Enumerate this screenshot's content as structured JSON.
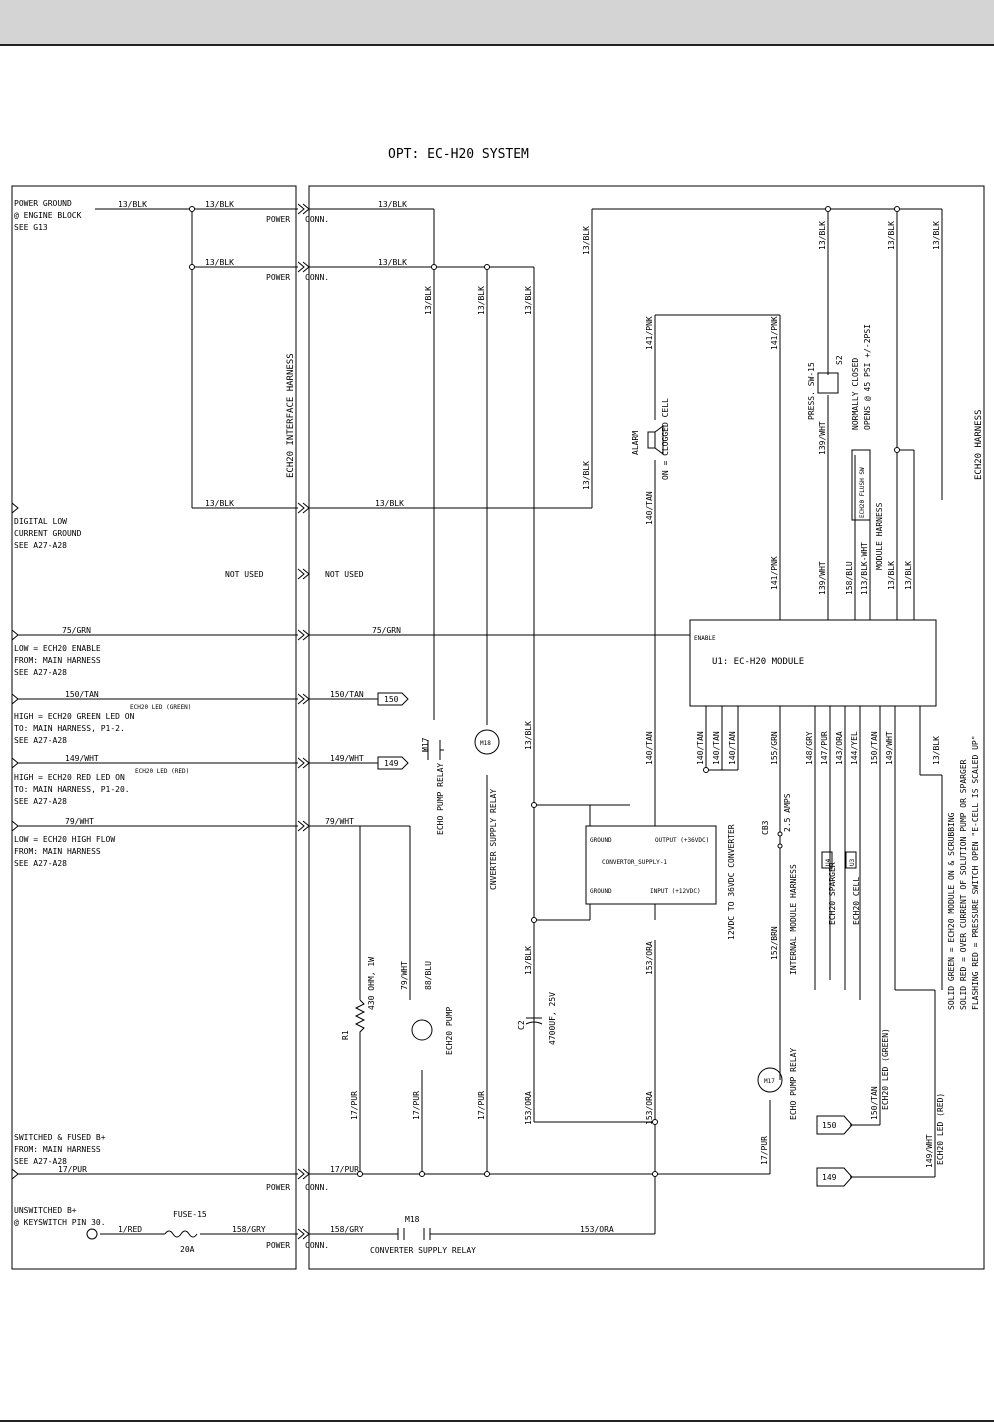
{
  "title": "OPT: EC-H20 SYSTEM",
  "left_notes": {
    "power_ground": [
      "POWER GROUND",
      "@ ENGINE BLOCK",
      "SEE G13"
    ],
    "digital_low": [
      "DIGITAL LOW",
      "CURRENT GROUND",
      "SEE A27-A28"
    ],
    "not_used_left": "NOT USED",
    "not_used_right": "NOT USED",
    "enable": [
      "LOW = ECH20 ENABLE",
      "FROM: MAIN HARNESS",
      "SEE A27-A28"
    ],
    "green_led": [
      "HIGH = ECH20 GREEN LED ON",
      "TO: MAIN HARNESS, P1-2.",
      "SEE A27-A28"
    ],
    "red_led": [
      "HIGH = ECH20 RED LED ON",
      "TO: MAIN HARNESS, P1-20.",
      "SEE A27-A28"
    ],
    "high_flow": [
      "LOW = ECH20 HIGH FLOW",
      "FROM: MAIN HARNESS",
      "SEE A27-A28"
    ],
    "switched": [
      "SWITCHED & FUSED B+",
      "FROM: MAIN HARNESS",
      "SEE A27-A28"
    ],
    "unswitched": [
      "UNSWITCHED B+",
      "@ KEYSWITCH PIN 30."
    ],
    "green_led_tag": "ECH20 LED (GREEN)",
    "red_led_tag": "ECH20 LED (RED)"
  },
  "wires": {
    "w13blk": "13/BLK",
    "w75grn": "75/GRN",
    "w150tan": "150/TAN",
    "w149wht": "149/WHT",
    "w79wht": "79/WHT",
    "w17pur": "17/PUR",
    "w1red": "1/RED",
    "w158gry": "158/GRY",
    "w153ora": "153/ORA",
    "w141pnk": "141/PNK",
    "w140tan": "140/TAN",
    "w139wht": "139/WHT",
    "w158blu": "158/BLU",
    "w113blkwht": "113/BLK-WHT",
    "w155grn": "155/GRN",
    "w148gry": "148/GRY",
    "w147pur": "147/PUR",
    "w143ora": "143/ORA",
    "w144yel": "144/YEL",
    "w152brn": "152/BRN",
    "w88blu": "88/BLU"
  },
  "connector_labels": {
    "power": "POWER",
    "conn": "CONN.",
    "fuse": "FUSE-15",
    "fuse_rating": "20A",
    "tag150": "150",
    "tag149": "149"
  },
  "harness_labels": {
    "interface": "ECH20 INTERFACE HARNESS",
    "ech20": "ECH20 HARNESS",
    "module": "MODULE HARNESS",
    "internal": "INTERNAL MODULE HARNESS"
  },
  "components": {
    "m17": "M17",
    "m17_relay": "ECHO PUMP RELAY",
    "m18": "M18",
    "m18_relay": "CNVERTER SUPPLY RELAY",
    "m18_relay_bottom": "CONVERTER SUPPLY RELAY",
    "resistor": "R1",
    "resistor_value": "430 OHM, 1W",
    "pump": "ECH20 PUMP",
    "cap": "C2",
    "cap_value": "4700UF, 25V",
    "converter_name": "CONVERTOR_SUPPLY-1",
    "conv_ground_top": "GROUND",
    "conv_output": "OUTPUT (+36VDC)",
    "conv_ground_bottom": "GROUND",
    "conv_input": "INPUT (+12VDC)",
    "conv_desc": "12VDC TO 36VDC CONVERTER",
    "cb": "CB3",
    "cb_rating": "2.5 AMPS",
    "module": "U1: EC-H20 MODULE",
    "enable_pin": "ENABLE",
    "sparger": "ECH20 SPARGER",
    "cell": "ECH20 CELL",
    "u4": "U4",
    "u3": "U3",
    "alarm": "ALARM",
    "alarm_note": "ON = CLOGGED CELL",
    "press_sw": "PRESS. SW-15",
    "s2": "S2",
    "normally_closed": "NORMALLY CLOSED",
    "opens": "OPENS @ 45 PSI +/-2PSI",
    "flush_sw": "ECH20 FLUSH SW",
    "pump_relay_right": "ECHO PUMP RELAY",
    "m17_right": "M17",
    "green_led_right": "ECH20 LED (GREEN)",
    "red_led_right": "ECH20 LED (RED)"
  },
  "status_notes": [
    "SOLID GREEN = ECH20 MODULE ON & SCRUBBING",
    "SOLID RED = OVER CURRENT OF SOLUTION PUMP OR SPARGER",
    "FLASHING RED = PRESSURE SWITCH OPEN \"E-CELL IS SCALED UP\""
  ]
}
